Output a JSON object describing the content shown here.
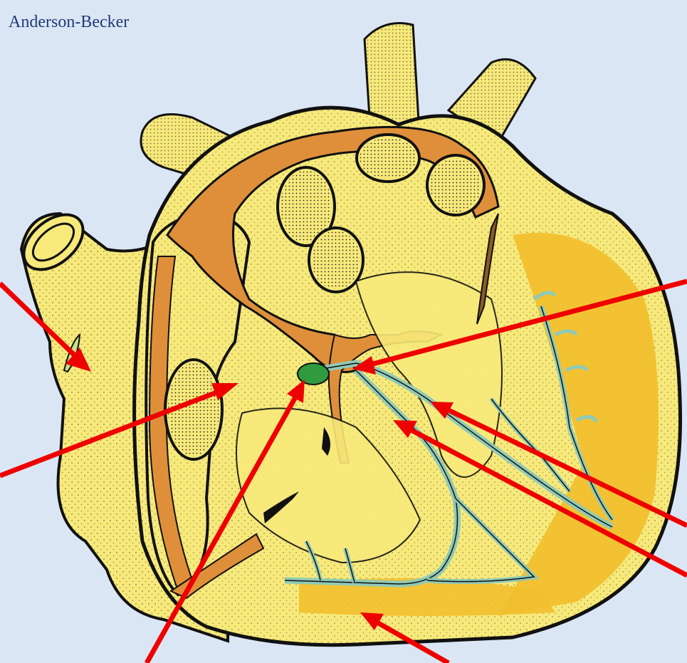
{
  "credit": "Anderson-Becker",
  "colors": {
    "background": "#dbe6f4",
    "heart_wall": "#f7e97a",
    "ventricle_wall": "#f2c02e",
    "septum_band": "#df8f3a",
    "conduction_system": "#8fcab7",
    "av_node": "#2f9b3e",
    "arrow": "#ee0000",
    "outline": "#111111"
  },
  "icons": [
    "arrow",
    "av-node",
    "his-bundle",
    "purkinje-fibers"
  ]
}
